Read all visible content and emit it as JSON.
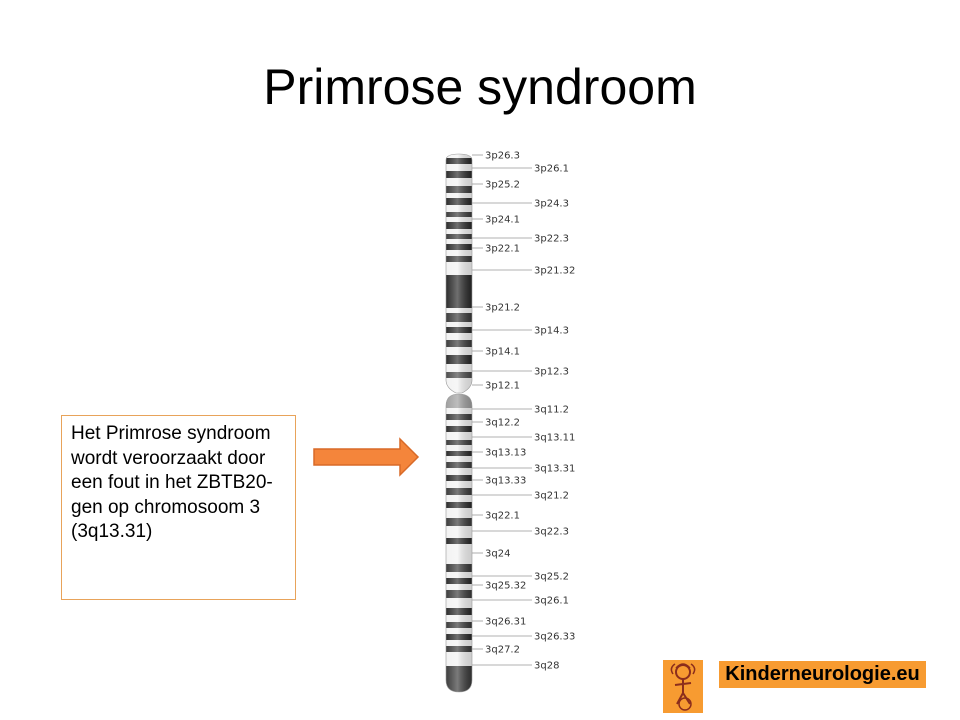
{
  "slide": {
    "title": "Primrose syndroom",
    "description": "Het Primrose syndroom wordt veroorzaakt door een fout in het ZBTB20-gen op chromosoom 3 (3q13.31)"
  },
  "ideogram": {
    "left_labels": [
      "3p26.3",
      "3p25.2",
      "3p24.1",
      "3p22.1",
      "3p21.2",
      "3p14.1",
      "3p12.1",
      "3q12.2",
      "3q13.13",
      "3q13.33",
      "3q22.1",
      "3q24",
      "3q25.32",
      "3q26.31",
      "3q27.2"
    ],
    "right_labels": [
      "3p26.1",
      "3p24.3",
      "3p22.3",
      "3p21.32",
      "3p14.3",
      "3p12.3",
      "3q11.2",
      "3q13.11",
      "3q13.31",
      "3q21.2",
      "3q22.3",
      "3q25.2",
      "3q26.1",
      "3q26.33",
      "3q28"
    ]
  },
  "logo": {
    "text": "Kinderneurologie.eu"
  },
  "colors": {
    "arrow": "#f4853b",
    "textbox_border": "#e8a35a",
    "logo_bg": "#f79b31"
  }
}
